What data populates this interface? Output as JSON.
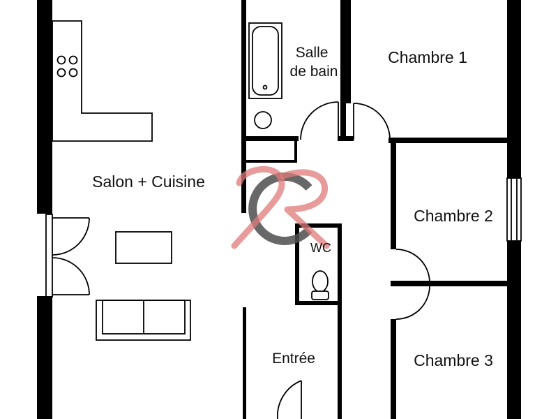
{
  "floor_plan": {
    "rooms": {
      "living_kitchen": {
        "label": "Salon + Cuisine"
      },
      "bathroom": {
        "label_line1": "Salle",
        "label_line2": "de bain"
      },
      "bedroom_1": {
        "label": "Chambre 1"
      },
      "bedroom_2": {
        "label": "Chambre 2"
      },
      "bedroom_3": {
        "label": "Chambre 3"
      },
      "wc": {
        "label": "WC"
      },
      "entrance": {
        "label": "Entrée"
      }
    },
    "fixtures": [
      "stove-icon",
      "bathtub-icon",
      "sink-icon",
      "toilet-icon",
      "sofa-icon",
      "table-icon"
    ]
  },
  "colors": {
    "wall": "#000000",
    "line": "#000000",
    "background": "#ffffff",
    "watermark_red": "#e07a7a",
    "watermark_grey": "#4d4d4d"
  }
}
